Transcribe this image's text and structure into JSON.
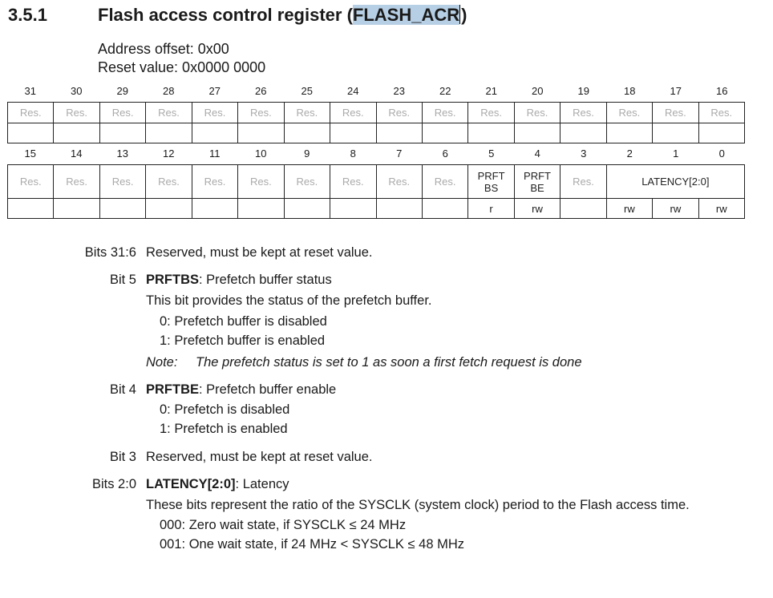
{
  "section": {
    "number": "3.5.1",
    "title_prefix": "Flash access control register (",
    "title_highlight": "FLASH_ACR",
    "title_suffix": ")"
  },
  "address_offset": "Address offset: 0x00",
  "reset_value": "Reset value: 0x0000 0000",
  "register": {
    "bits_high": [
      "31",
      "30",
      "29",
      "28",
      "27",
      "26",
      "25",
      "24",
      "23",
      "22",
      "21",
      "20",
      "19",
      "18",
      "17",
      "16"
    ],
    "bits_low": [
      "15",
      "14",
      "13",
      "12",
      "11",
      "10",
      "9",
      "8",
      "7",
      "6",
      "5",
      "4",
      "3",
      "2",
      "1",
      "0"
    ],
    "reserved_label": "Res.",
    "prftbs_line1": "PRFT",
    "prftbs_line2": "BS",
    "prftbe_line1": "PRFT",
    "prftbe_line2": "BE",
    "latency_label": "LATENCY[2:0]",
    "access_prftbs": "r",
    "access_prftbe": "rw",
    "access_latency": [
      "rw",
      "rw",
      "rw"
    ]
  },
  "descriptions": {
    "bits31_6_label": "Bits 31:6",
    "bits31_6_text": "Reserved, must be kept at reset value.",
    "bit5_label": "Bit 5",
    "bit5_name": "PRFTBS",
    "bit5_title": ": Prefetch buffer status",
    "bit5_text": "This bit provides the status of the prefetch buffer.",
    "bit5_opt0": "0: Prefetch buffer is disabled",
    "bit5_opt1": "1: Prefetch buffer is enabled",
    "bit5_note_label": "Note:",
    "bit5_note_text": "The prefetch status is set to 1 as soon a first fetch request is done",
    "bit4_label": "Bit 4",
    "bit4_name": "PRFTBE",
    "bit4_title": ": Prefetch buffer enable",
    "bit4_opt0": "0: Prefetch is disabled",
    "bit4_opt1": "1: Prefetch is enabled",
    "bit3_label": "Bit 3",
    "bit3_text": "Reserved, must be kept at reset value.",
    "bits2_0_label": "Bits 2:0",
    "bits2_0_name": "LATENCY[2:0]",
    "bits2_0_title": ": Latency",
    "bits2_0_text": "These bits represent the ratio of the SYSCLK (system clock) period to the Flash access time.",
    "bits2_0_opt000": "000: Zero wait state, if SYSCLK ≤ 24 MHz",
    "bits2_0_opt001": "001: One wait state, if 24 MHz < SYSCLK ≤ 48 MHz"
  }
}
